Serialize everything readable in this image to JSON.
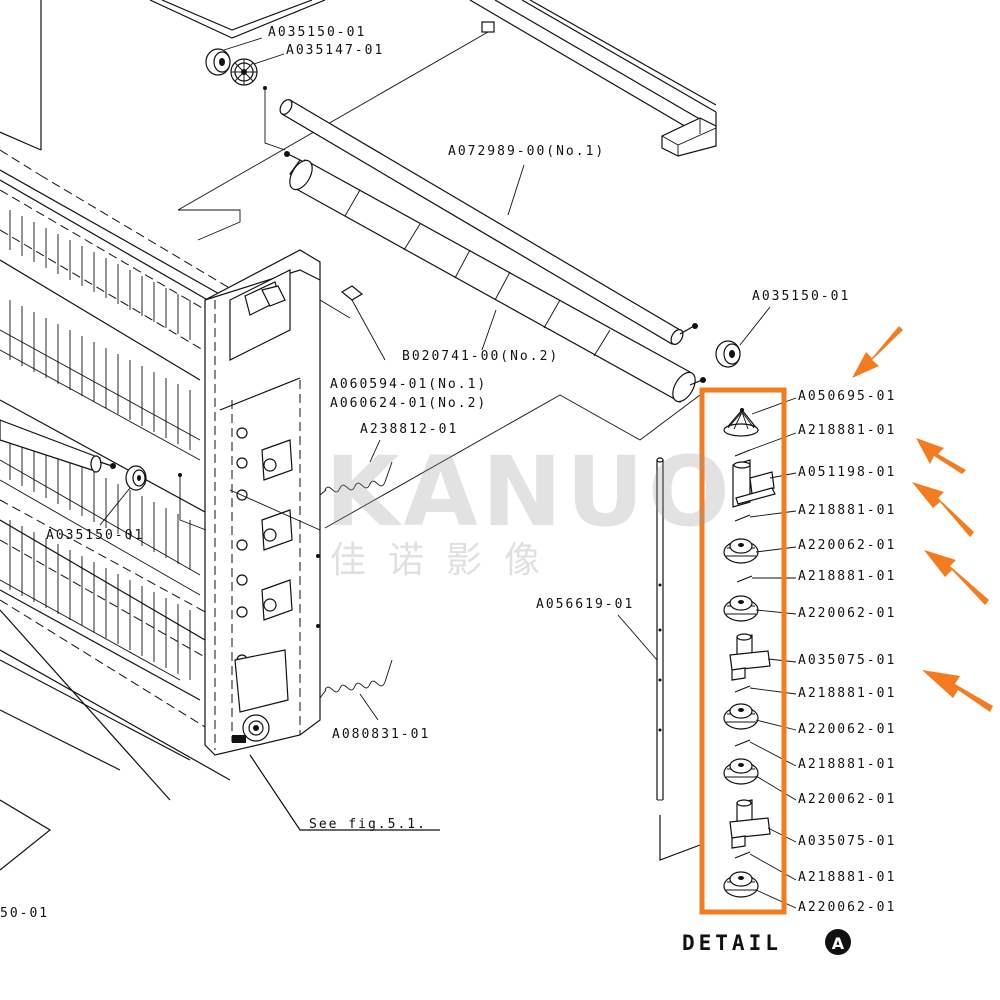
{
  "parts": {
    "p1": "A035150-01",
    "p2": "A035147-01",
    "p3": "A072989-00(No.1)",
    "p4": "A035150-01",
    "p5": "B020741-00(No.2)",
    "p6": "A060594-01(No.1)",
    "p7": "A060624-01(No.2)",
    "p8": "A238812-01",
    "p9": "A035150-01",
    "p10": "A056619-01",
    "p11": "A080831-01",
    "p12": "See fig.5.1.",
    "p13": "50-01"
  },
  "detail_parts": [
    "A050695-01",
    "A218881-01",
    "A051198-01",
    "A218881-01",
    "A220062-01",
    "A218881-01",
    "A220062-01",
    "A035075-01",
    "A218881-01",
    "A220062-01",
    "A218881-01",
    "A220062-01",
    "A035075-01",
    "A218881-01",
    "A220062-01"
  ],
  "detail": {
    "label": "DETAIL",
    "marker": "A"
  },
  "watermark": {
    "latin": "KANUO",
    "chinese": "佳诺影像"
  },
  "colors": {
    "highlight": "#F47B20",
    "ink": "#111111"
  }
}
